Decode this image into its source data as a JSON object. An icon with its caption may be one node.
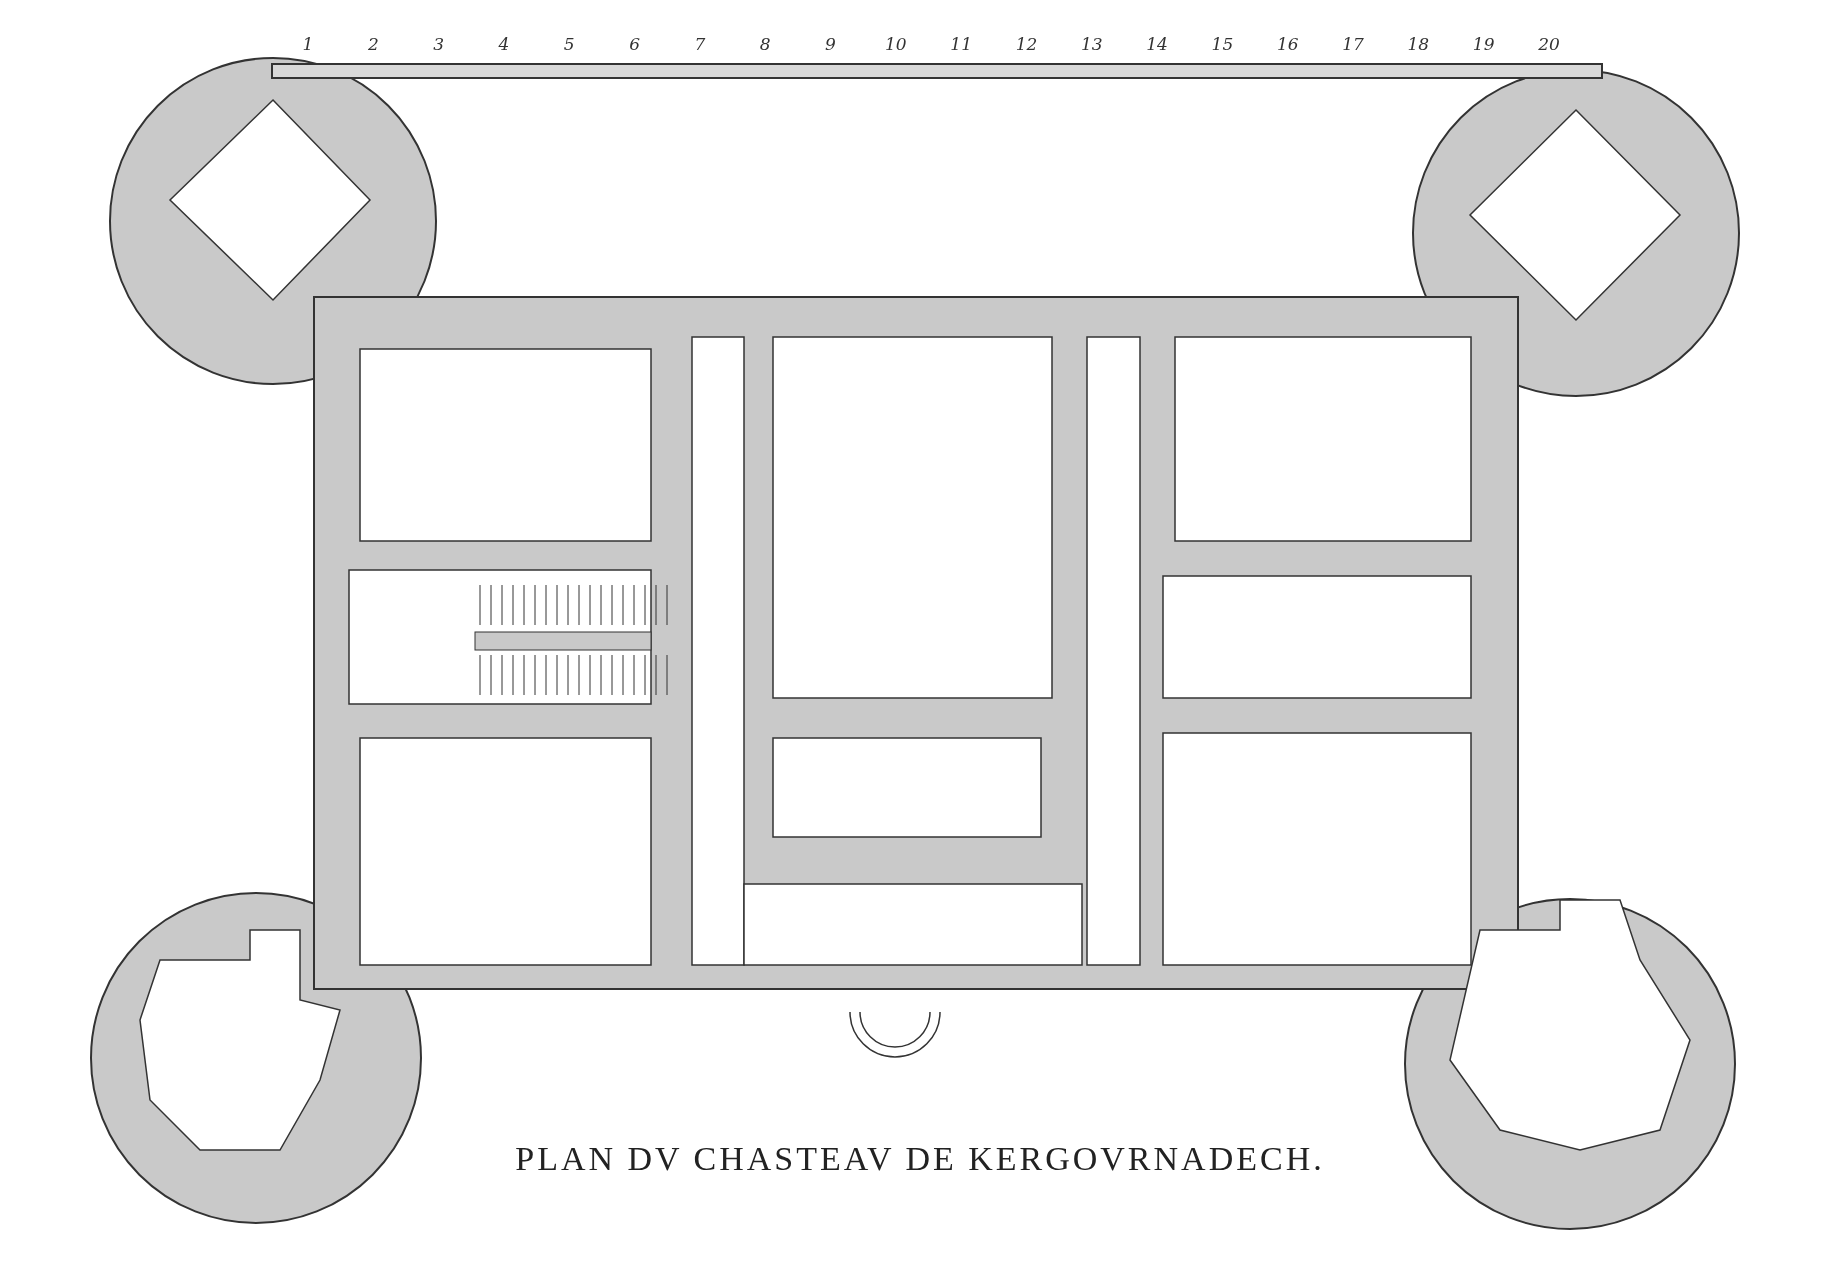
{
  "diagram": {
    "title": "PLAN DV CHASTEAV DE KERGOVRNADECH.",
    "labels": [
      "1",
      "2",
      "3",
      "4",
      "5",
      "6",
      "7",
      "8",
      "9",
      "10",
      "11",
      "12",
      "13",
      "14",
      "15",
      "16",
      "17",
      "18",
      "19",
      "20"
    ]
  }
}
